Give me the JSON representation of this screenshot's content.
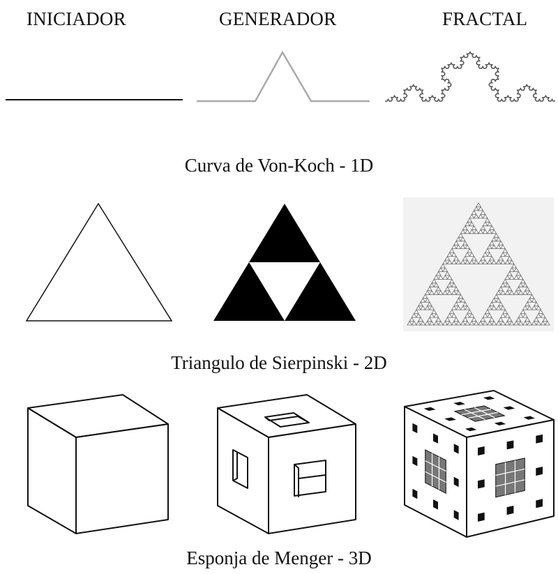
{
  "headers": {
    "initiator": "INICIADOR",
    "generator": "GENERADOR",
    "fractal": "FRACTAL"
  },
  "rows": [
    {
      "caption": "Curva de Von-Koch - 1D"
    },
    {
      "caption": "Triangulo de Sierpinski - 2D"
    },
    {
      "caption": "Esponja de Menger - 3D"
    }
  ],
  "colors": {
    "ink": "#111111",
    "gray_line": "#a9a9a9",
    "fractal_gray": "#666666",
    "panel_bg": "#f2f2f2"
  }
}
